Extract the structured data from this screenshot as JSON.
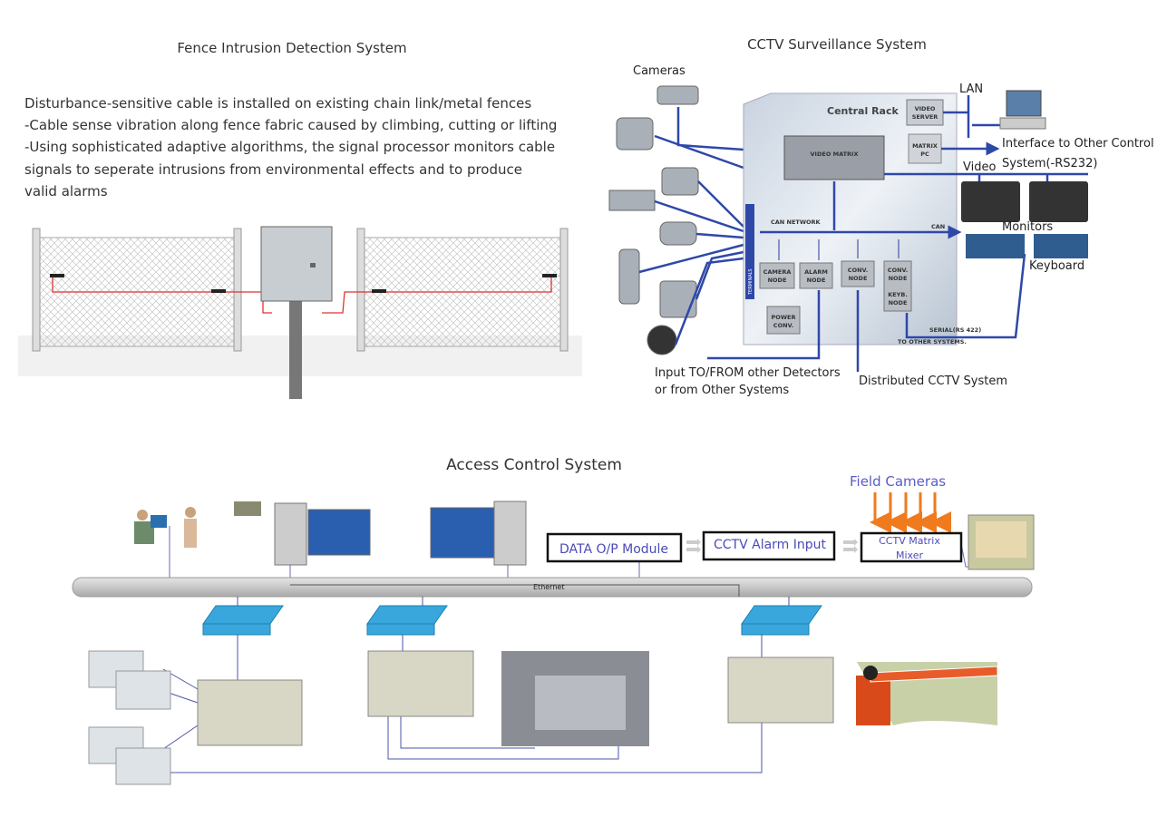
{
  "fence": {
    "title": "Fence Intrusion Detection System",
    "lines": [
      "Disturbance-sensitive cable is installed on existing chain link/metal fences",
      "-Cable sense vibration along fence fabric caused by climbing, cutting or lifting",
      "-Using sophisticated adaptive algorithms, the signal processor monitors cable",
      "signals to seperate intrusions from environmental effects and to produce",
      "valid alarms"
    ]
  },
  "cctv": {
    "title": "CCTV Surveillance System",
    "cameras": "Cameras",
    "lan": "LAN",
    "interface": [
      "Interface to Other Control",
      "System(-RS232)"
    ],
    "video": "Video",
    "monitors": "Monitors",
    "keyboard": "Keyboard",
    "input": [
      "Input TO/FROM other Detectors",
      "or from Other Systems"
    ],
    "distributed": "Distributed CCTV System",
    "rack": {
      "title": "Central Rack",
      "video_server": [
        "VIDEO",
        "SERVER"
      ],
      "matrix_pc": [
        "MATRIX",
        "PC"
      ],
      "video_matrix": "VIDEO MATRIX",
      "can_network": "CAN NETWORK",
      "can": "CAN",
      "terminals": "TERMINALS",
      "camera_node": [
        "CAMERA",
        "NODE"
      ],
      "alarm_node": [
        "ALARM",
        "NODE"
      ],
      "conv_node": [
        "CONV.",
        "NODE"
      ],
      "conv_node2": [
        "CONV.",
        "NODE"
      ],
      "keyb_node": [
        "KEYB.",
        "NODE"
      ],
      "power_conv": [
        "POWER",
        "CONV."
      ],
      "serial": "SERIAL(RS 422)",
      "other_systems": "TO OTHER SYSTEMS."
    }
  },
  "access": {
    "title": "Access Control System",
    "field_cameras": "Field Cameras",
    "data_module": "DATA O/P Module",
    "alarm_input": "CCTV Alarm Input",
    "matrix_mixer": [
      "CCTV Matrix",
      "Mixer"
    ],
    "ethernet": "Ethernet",
    "colors": {
      "field_cameras": "#5b5bc8",
      "arrows": "#f07a1e",
      "box_text": "#4a4ab8",
      "switch": "#3aa7dc",
      "barrier": "#d84a1a"
    }
  }
}
